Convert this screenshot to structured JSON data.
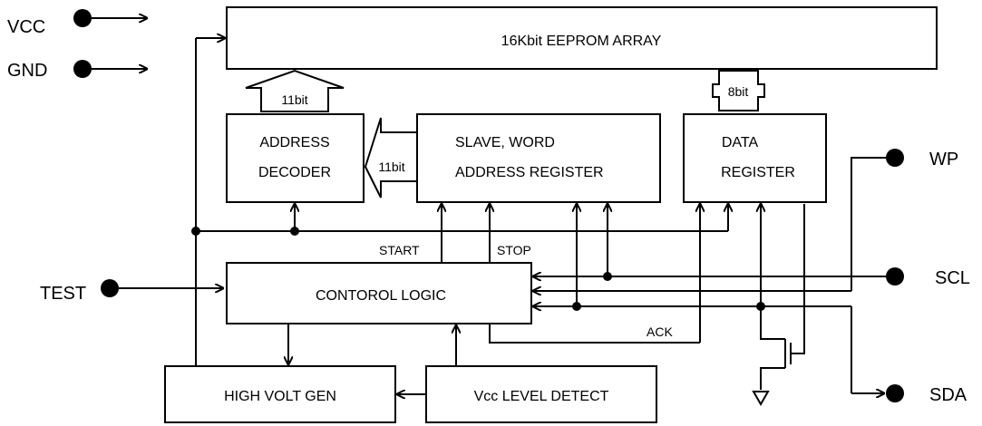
{
  "blocks": {
    "eeprom": "16Kbit  EEPROM  ARRAY",
    "addr_decoder": [
      "ADDRESS",
      "DECODER"
    ],
    "slave_word": [
      "SLAVE, WORD",
      "ADDRESS REGISTER"
    ],
    "data_register": [
      "DATA",
      "REGISTER"
    ],
    "control_logic": "CONTOROL LOGIC",
    "high_volt_gen": "HIGH VOLT GEN",
    "vcc_level_detect": "Vcc LEVEL DETECT"
  },
  "buses": {
    "bus_top_left": "11bit",
    "bus_middle": "11bit",
    "bus_top_right": "8bit"
  },
  "signals": {
    "start": "START",
    "stop": "STOP",
    "ack": "ACK"
  },
  "pins": {
    "vcc": "VCC",
    "gnd": "GND",
    "test": "TEST",
    "wp": "WP",
    "scl": "SCL",
    "sda": "SDA"
  }
}
